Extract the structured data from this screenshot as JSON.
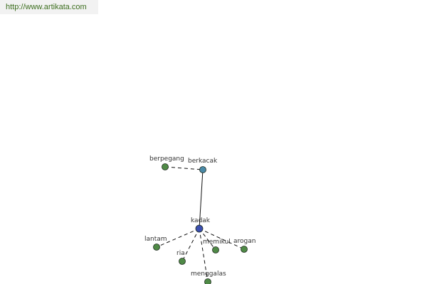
{
  "header": {
    "url": "http://www.artikata.com"
  },
  "colors": {
    "node_leaf": "#4f8a46",
    "node_mid": "#4a8aa8",
    "node_center": "#3b4fb0",
    "node_stroke": "#1e2a1e",
    "edge": "#111111"
  },
  "graph": {
    "nodes": [
      {
        "id": "kadak",
        "label": "kadak",
        "kind": "center"
      },
      {
        "id": "berkacak",
        "label": "berkacak",
        "kind": "mid"
      },
      {
        "id": "berpegang",
        "label": "berpegang",
        "kind": "leaf"
      },
      {
        "id": "lantam",
        "label": "lantam",
        "kind": "leaf"
      },
      {
        "id": "ria",
        "label": "ria",
        "kind": "leaf"
      },
      {
        "id": "memikul",
        "label": "memikul",
        "kind": "leaf"
      },
      {
        "id": "arogan",
        "label": "arogan",
        "kind": "leaf"
      },
      {
        "id": "menggalas",
        "label": "menggalas",
        "kind": "leaf"
      }
    ],
    "edges": [
      {
        "from": "berpegang",
        "to": "berkacak",
        "style": "dashed"
      },
      {
        "from": "berkacak",
        "to": "kadak",
        "style": "solid"
      },
      {
        "from": "kadak",
        "to": "lantam",
        "style": "dashed"
      },
      {
        "from": "kadak",
        "to": "ria",
        "style": "dashed"
      },
      {
        "from": "kadak",
        "to": "memikul",
        "style": "dashed"
      },
      {
        "from": "kadak",
        "to": "arogan",
        "style": "dashed"
      },
      {
        "from": "kadak",
        "to": "menggalas",
        "style": "dashed"
      }
    ]
  }
}
